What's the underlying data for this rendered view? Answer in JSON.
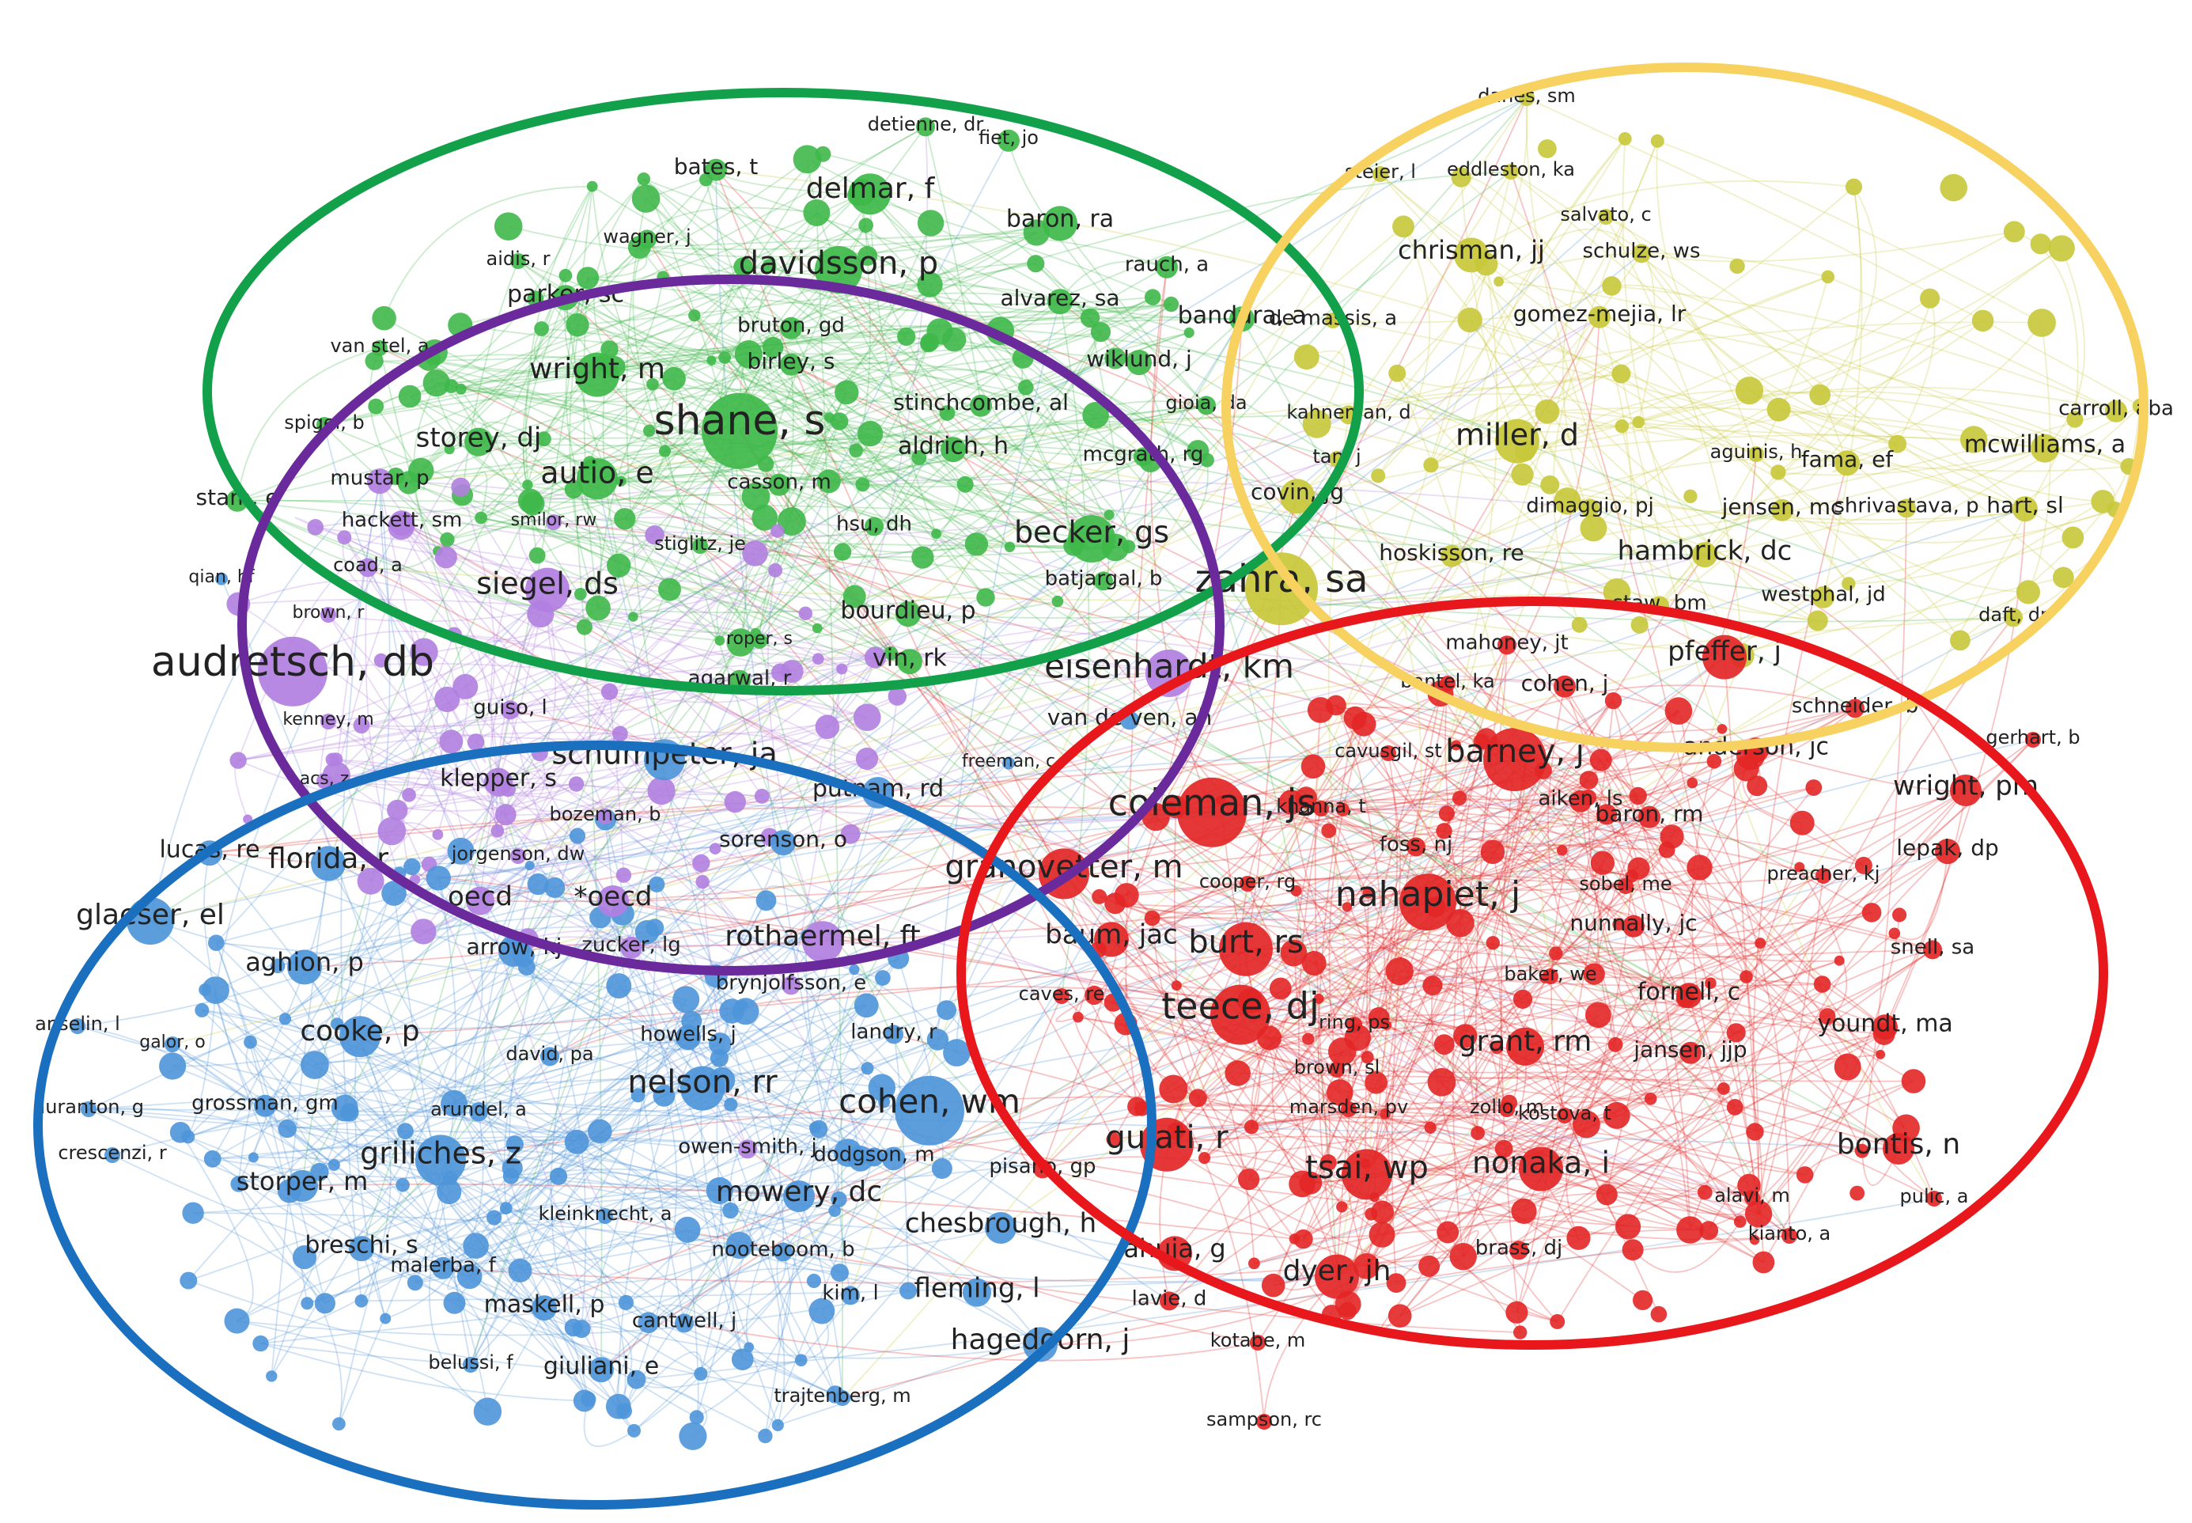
{
  "colors": {
    "green": "#3fb84a",
    "blue": "#4e95d9",
    "purple": "#b17fe0",
    "yellow": "#c8c83a",
    "red": "#e32626",
    "ellipse_green": "#13a04a",
    "ellipse_blue": "#1a6fbf",
    "ellipse_purple": "#6b2a9c",
    "ellipse_yellow": "#f7d261",
    "ellipse_red": "#e8171b"
  },
  "clusters": [
    {
      "id": "green",
      "ellipse_color_key": "ellipse_green"
    },
    {
      "id": "purple",
      "ellipse_color_key": "ellipse_purple"
    },
    {
      "id": "blue",
      "ellipse_color_key": "ellipse_blue"
    },
    {
      "id": "yellow",
      "ellipse_color_key": "ellipse_yellow"
    },
    {
      "id": "red",
      "ellipse_color_key": "ellipse_red"
    }
  ],
  "labels": {
    "green": [
      "detienne, dr",
      "fiet, jo",
      "bates, t",
      "delmar, f",
      "baron, ra",
      "wagner, j",
      "aidis, r",
      "davidsson, p",
      "rauch, a",
      "parker, sc",
      "alvarez, sa",
      "bruton, gd",
      "bandura, a",
      "van stel, a",
      "birley, s",
      "wiklund, j",
      "wright, m",
      "shane, s",
      "stinchcombe, al",
      "gioia, da",
      "spigel, b",
      "storey, dj",
      "aldrich, h",
      "mcgrath, rg",
      "autio, e",
      "casson, m",
      "stam, e",
      "hsu, dh",
      "becker, gs",
      "stiglitz, je",
      "batjargal, b",
      "bourdieu, p",
      "roper, s",
      "vin, rk",
      "agarwal, r"
    ],
    "purple": [
      "mustar, p",
      "hackett, sm",
      "smilor, rw",
      "coad, a",
      "siegel, ds",
      "brown, r",
      "audretsch, db",
      "eisenhardt, km",
      "guiso, l",
      "kenney, m",
      "acs, z",
      "klepper, s",
      "bozeman, b",
      "jorgenson, dw",
      "oecd",
      "*oecd",
      "zucker, lg",
      "rothaermel, ft",
      "brynjolfsson, e",
      "owen-smith, j"
    ],
    "blue": [
      "qian, hf",
      "schumpeter, ja",
      "putnam, rd",
      "lucas, re",
      "florida, r",
      "sorenson, o",
      "glaeser, el",
      "arrow, kj",
      "aghion, p",
      "anselin, l",
      "galor, o",
      "cooke, p",
      "howells, j",
      "landry, r",
      "david, pa",
      "nelson, rr",
      "duranton, g",
      "grossman, gm",
      "arundel, a",
      "cohen, wm",
      "crescenzi, r",
      "griliches, z",
      "dodgson, m",
      "storper, m",
      "mowery, dc",
      "kleinknecht, a",
      "chesbrough, h",
      "breschi, s",
      "nooteboom, b",
      "malerba, f",
      "fleming, l",
      "maskell, p",
      "kim, l",
      "cantwell, j",
      "hagedoorn, j",
      "belussi, f",
      "giuliani, e",
      "trajtenberg, m",
      "freeman, c",
      "van de ven, ah"
    ],
    "yellow": [
      "danes, sm",
      "steier, l",
      "eddleston, ka",
      "salvato, c",
      "chrisman, jj",
      "schulze, ws",
      "de massis, a",
      "gomez-mejia, lr",
      "kahneman, d",
      "miller, d",
      "tan, j",
      "aguinis, h",
      "carroll, aba",
      "fama, ef",
      "mcwilliams, a",
      "covin, jg",
      "dimaggio, pj",
      "jensen, mc",
      "shrivastava, p",
      "hart, sl",
      "hoskisson, re",
      "hambrick, dc",
      "zahra, sa",
      "staw, bm",
      "westphal, jd",
      "daft, dr"
    ],
    "red": [
      "pfeffer, j",
      "mahoney, jt",
      "cohen, j",
      "bantel, ka",
      "barney, j",
      "schneider, b",
      "anderson, jc",
      "gerhart, b",
      "cavusgil, st",
      "aiken, ls",
      "coleman, js",
      "khanna, t",
      "wright, pm",
      "foss, nj",
      "baron, rm",
      "lepak, dp",
      "sobel, me",
      "preacher, kj",
      "granovetter, m",
      "cooper, rg",
      "nahapiet, j",
      "nunnally, jc",
      "baum, jac",
      "burt, rs",
      "snell, sa",
      "baker, we",
      "caves, re",
      "fornell, c",
      "teece, dj",
      "ring, ps",
      "youndt, ma",
      "jansen, jjp",
      "grant, rm",
      "brown, sl",
      "marsden, pv",
      "zollo, m",
      "kostova, t",
      "pisano, gp",
      "gulati, r",
      "tsai, wp",
      "nonaka, i",
      "bontis, n",
      "alavi, m",
      "pulic, a",
      "ahuja, g",
      "brass, dj",
      "kianto, a",
      "dyer, jh",
      "lavie, d",
      "kotabe, m",
      "sampson, rc"
    ]
  }
}
